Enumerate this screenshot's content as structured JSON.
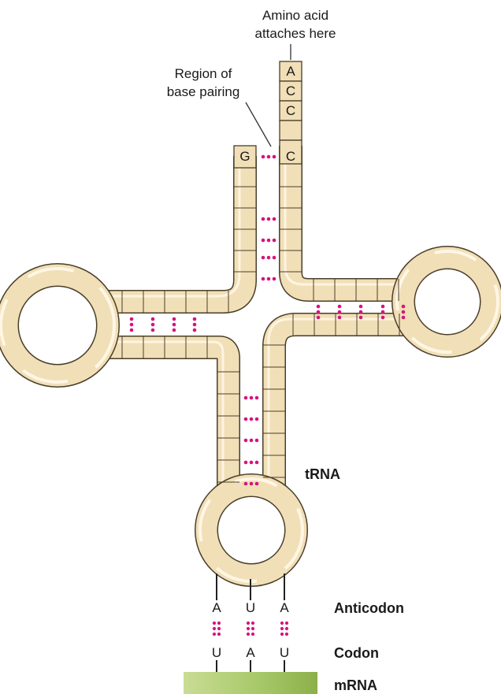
{
  "labels": {
    "amino_line1": "Amino acid",
    "amino_line2": "attaches here",
    "region_line1": "Region of",
    "region_line2": "base pairing",
    "trna": "tRNA",
    "anticodon": "Anticodon",
    "codon": "Codon",
    "mrna": "mRNA"
  },
  "acceptor_3prime_bases": [
    "A",
    "C",
    "C",
    "C"
  ],
  "acceptor_5prime_base": "G",
  "anticodon_bases": [
    "A",
    "U",
    "A"
  ],
  "codon_bases": [
    "U",
    "A",
    "U"
  ],
  "colors": {
    "strand_fill": "#f1dfb8",
    "strand_outline": "#4a3f2a",
    "strand_highlight": "#fff6e4",
    "pairing_dots": "#d6137d",
    "mrna_bar": "#a8c96a"
  }
}
